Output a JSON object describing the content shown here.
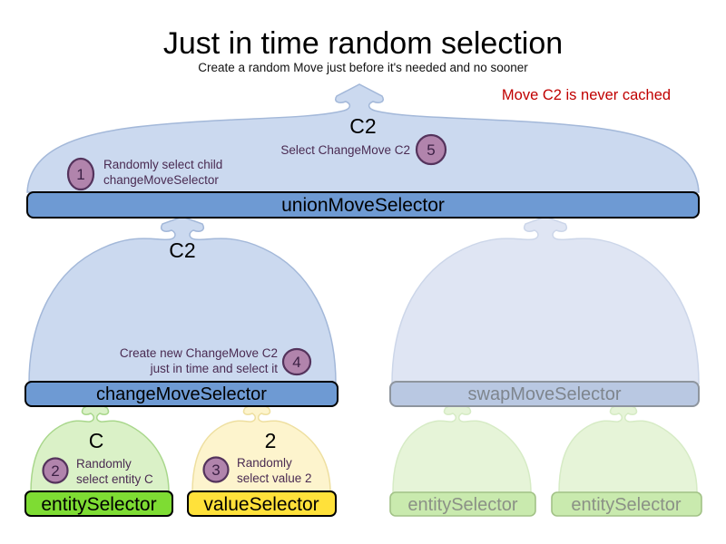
{
  "header": {
    "title": "Just in time random selection",
    "subtitle": "Create a random Move just before it's needed and no sooner",
    "note": "Move C2 is never cached"
  },
  "selectors": {
    "union": {
      "label": "unionMoveSelector",
      "output": "C2"
    },
    "change": {
      "label": "changeMoveSelector",
      "output": "C2"
    },
    "swap": {
      "label": "swapMoveSelector"
    },
    "entity": {
      "label": "entitySelector",
      "output": "C"
    },
    "value": {
      "label": "valueSelector",
      "output": "2"
    },
    "entity_faded_left": {
      "label": "entitySelector"
    },
    "entity_faded_right": {
      "label": "entitySelector"
    }
  },
  "steps": [
    {
      "num": "1",
      "line1": "Randomly select child",
      "line2": "changeMoveSelector"
    },
    {
      "num": "2",
      "line1": "Randomly",
      "line2": "select entity C"
    },
    {
      "num": "3",
      "line1": "Randomly",
      "line2": "select value 2"
    },
    {
      "num": "4",
      "line1": "Create new ChangeMove C2",
      "line2": "just in time and select it"
    },
    {
      "num": "5",
      "line1": "Select ChangeMove C2"
    }
  ],
  "colors": {
    "note_red": "#c00000",
    "bar_blue": "#6e9ad3",
    "arch_blue": "#cbd9ef",
    "faded_bar_blue": "#b9c8e2",
    "faded_arch_blue": "#dfe5f3",
    "entity_green": "#7edc33",
    "value_yellow": "#ffe13a",
    "arch_green": "#daf1c7",
    "arch_yellow": "#fdf4cd",
    "faded_green_bar": "#c9eaae",
    "faded_arch_green": "#e6f4d8",
    "step_circle": "#b184ac",
    "step_circle_border": "#54335c",
    "annotation_purple": "#4a2b52"
  }
}
